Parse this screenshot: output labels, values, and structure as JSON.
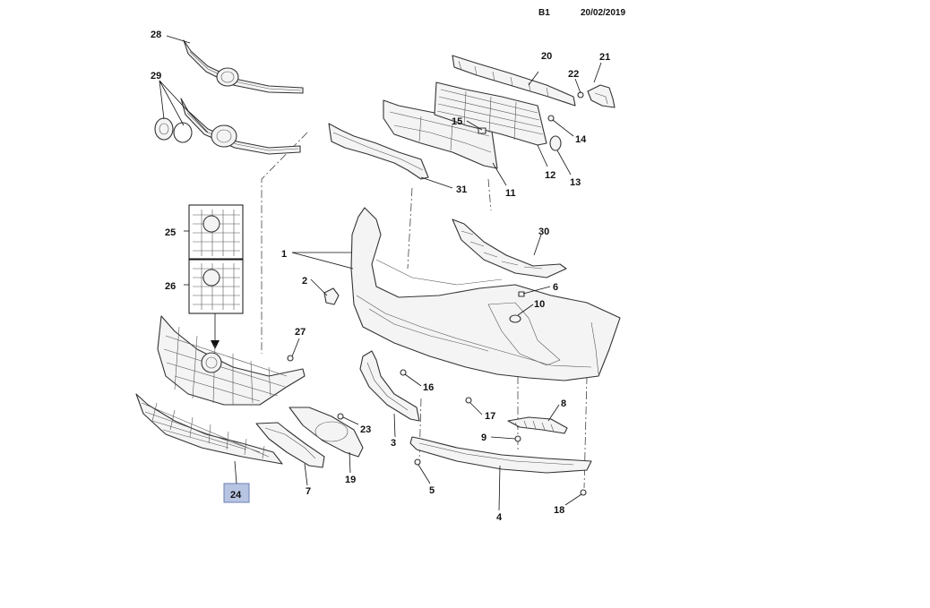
{
  "header": {
    "code": "B1",
    "date": "20/02/2019"
  },
  "highlight_color": "#b7c4e2",
  "highlighted_part": "24",
  "callouts": [
    "1",
    "2",
    "3",
    "4",
    "5",
    "6",
    "7",
    "8",
    "9",
    "10",
    "11",
    "12",
    "13",
    "14",
    "15",
    "16",
    "17",
    "18",
    "19",
    "20",
    "21",
    "22",
    "23",
    "24",
    "25",
    "26",
    "27",
    "28",
    "29",
    "30",
    "31"
  ]
}
